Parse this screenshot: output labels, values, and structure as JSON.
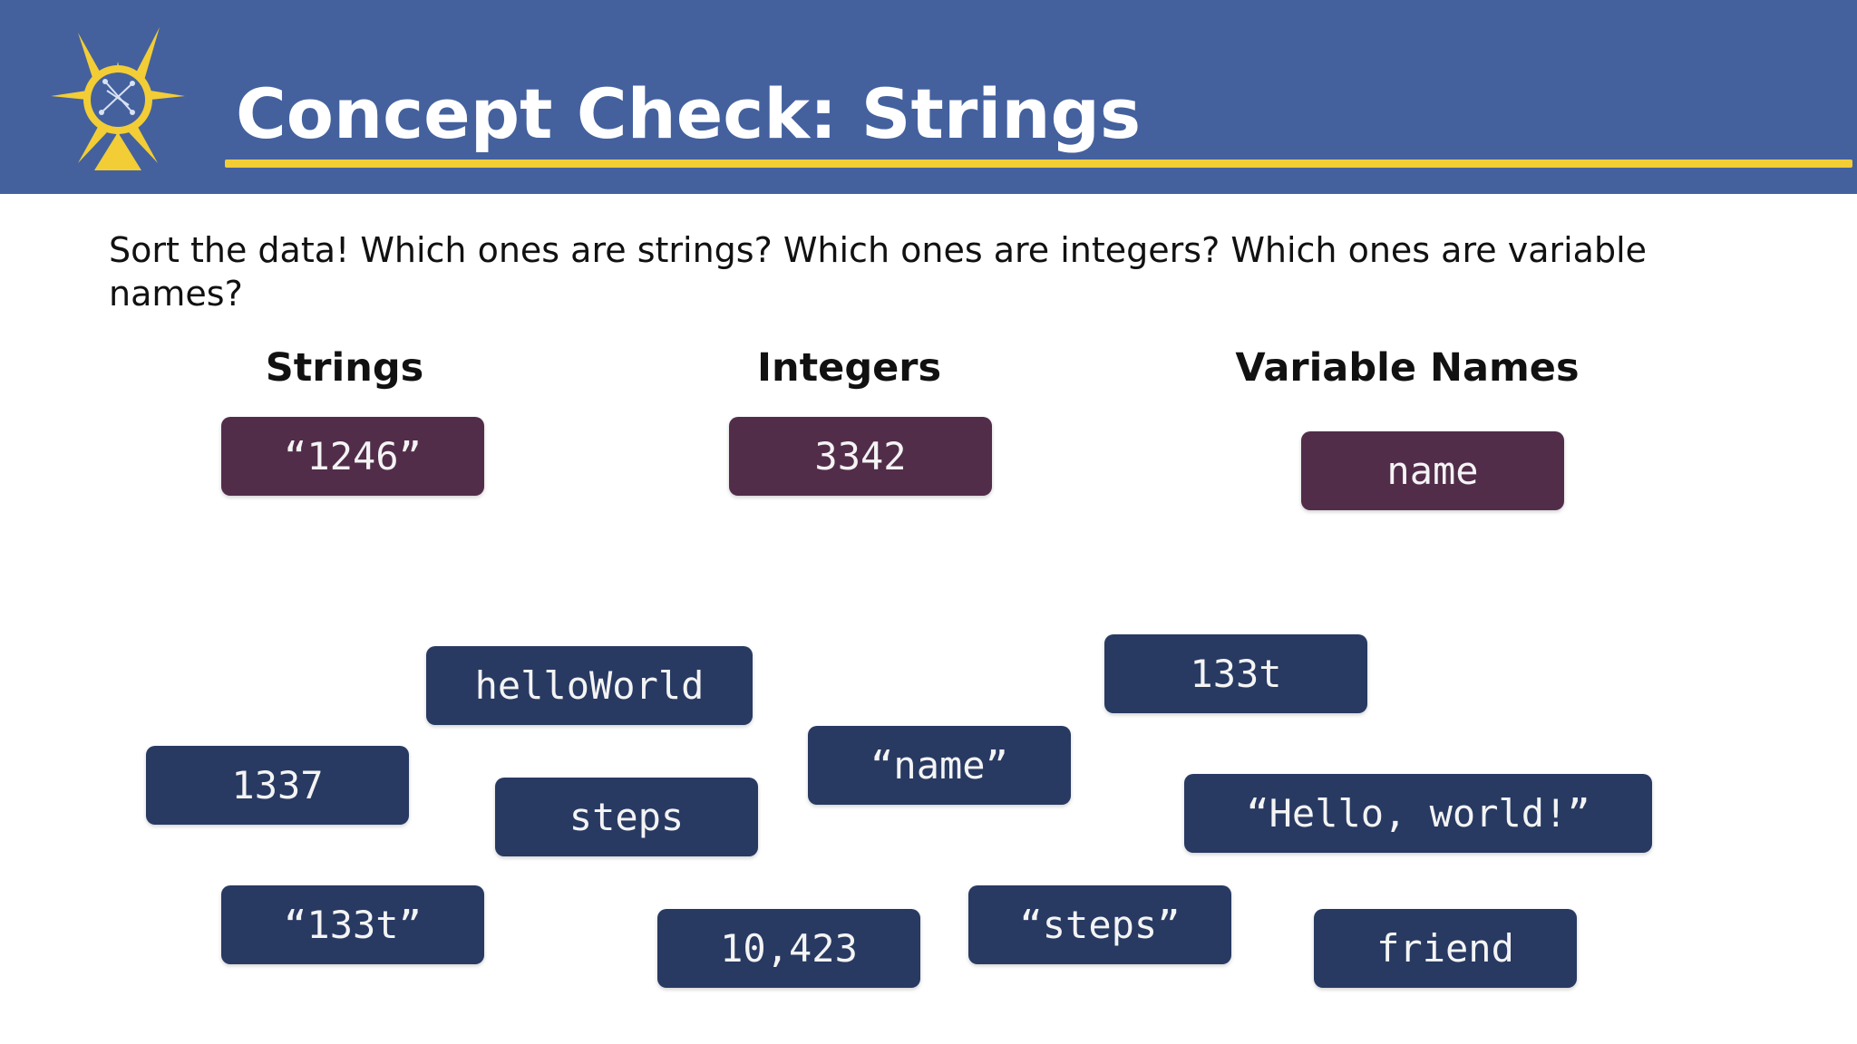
{
  "slide": {
    "title": "Concept Check: Strings",
    "instructions": "Sort the data! Which ones are strings? Which ones are integers? Which ones are variable names?",
    "colors": {
      "header_bg": "#44619e",
      "accent_gold": "#f2cd35",
      "sorted_card": "#522d4a",
      "unsorted_card": "#283a62"
    }
  },
  "categories": {
    "strings": "Strings",
    "integers": "Integers",
    "variables": "Variable Names"
  },
  "sorted": {
    "strings": "“1246”",
    "integers": "3342",
    "variables": "name"
  },
  "unsorted": {
    "helloWorld": "helloWorld",
    "leet_var": "133t",
    "leet_int": "1337",
    "steps": "steps",
    "name_str": "“name”",
    "hello_str": "“Hello, world!”",
    "leet_str": "“133t”",
    "ten_thousand": "10,423",
    "steps_str": "“steps”",
    "friend": "friend"
  },
  "logo": {
    "icon": "compass-star-icon"
  }
}
